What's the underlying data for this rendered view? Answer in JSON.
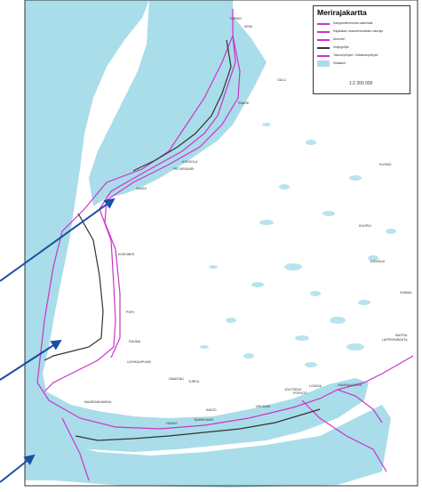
{
  "map": {
    "colors": {
      "sea": "#a9dde9",
      "land": "#ffffff",
      "lake": "#b9e3ee",
      "territorial_sea_border": "#cc33cc",
      "baseline": "#333333",
      "arrow": "#1a4fa6",
      "frame": "#333333"
    }
  },
  "legend": {
    "title": "Merirajakartta",
    "items": [
      {
        "label": "Kauppamerenkulun aatemaat",
        "symbol": "line",
        "color": "#cc33cc"
      },
      {
        "label": "Rajakalam ulosseemmalasin ulkoraja",
        "symbol": "line",
        "color": "#cc33cc"
      },
      {
        "label": "Aluemeri",
        "symbol": "line",
        "color": "#cc33cc"
      },
      {
        "label": "Suljingrillyis",
        "symbol": "line",
        "color": "#333333"
      },
      {
        "label": "Talousvyöhyke / Kalastusvyöhyke",
        "symbol": "line",
        "color": "#cc33cc"
      },
      {
        "label": "Sisäaluet",
        "symbol": "fill",
        "color": "#a9dde9"
      }
    ],
    "scale": "1:2 200 000"
  },
  "places": [
    {
      "id": "tornio",
      "label": "TORNIO"
    },
    {
      "id": "kemi",
      "label": "KEMI"
    },
    {
      "id": "oulu",
      "label": "OULU"
    },
    {
      "id": "raahe",
      "label": "RAAHE"
    },
    {
      "id": "kokkola",
      "label": "KOKKOLA"
    },
    {
      "id": "pietarsaari",
      "label": "PIETARSAARI"
    },
    {
      "id": "vaasa",
      "label": "VAASA"
    },
    {
      "id": "kaskinen",
      "label": "KASKINEN"
    },
    {
      "id": "pori",
      "label": "PORI"
    },
    {
      "id": "rauma",
      "label": "RAUMA"
    },
    {
      "id": "uusikaupunki",
      "label": "UUSIKAUPUNKI"
    },
    {
      "id": "naantali",
      "label": "NAANTALI"
    },
    {
      "id": "turku",
      "label": "TURKU"
    },
    {
      "id": "maarianhamina",
      "label": "MAARIANHAMINA"
    },
    {
      "id": "hanko",
      "label": "HANKO"
    },
    {
      "id": "tammisaari",
      "label": "TAMMISAARI"
    },
    {
      "id": "inkoo",
      "label": "INKOO"
    },
    {
      "id": "helsinki",
      "label": "HELSINKI"
    },
    {
      "id": "porvoo",
      "label": "PORVOO"
    },
    {
      "id": "loviisa",
      "label": "LOVIISA"
    },
    {
      "id": "hamina_kotka",
      "label": "HAMINA-KOTKA"
    },
    {
      "id": "kuopio",
      "label": "KUOPIO"
    },
    {
      "id": "joensuu",
      "label": "JOENSUU"
    },
    {
      "id": "lappeenranta",
      "label": "LAPPEENRANTA"
    },
    {
      "id": "imatra",
      "label": "IMATRA"
    },
    {
      "id": "saimaa",
      "label": "SAIMAA"
    },
    {
      "id": "kuhmo",
      "label": "KUHMO"
    },
    {
      "id": "joutseno",
      "label": "JOUTSENO"
    }
  ]
}
